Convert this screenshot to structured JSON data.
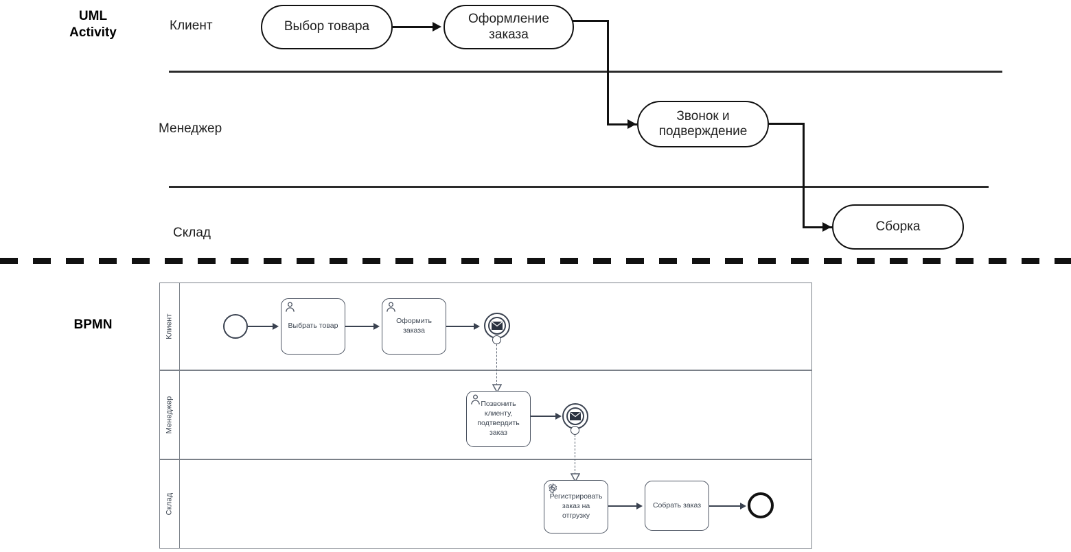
{
  "sections": {
    "uml": {
      "caption": "UML\nActivity"
    },
    "bpmn": {
      "caption": "BPMN"
    }
  },
  "uml_diagram": {
    "type": "activity-swimlane",
    "lanes": [
      {
        "label": "Клиент"
      },
      {
        "label": "Менеджер"
      },
      {
        "label": "Склад"
      }
    ],
    "nodes": [
      {
        "id": "u1",
        "label": "Выбор товара",
        "lane": "Клиент"
      },
      {
        "id": "u2",
        "label": "Оформление заказа",
        "lane": "Клиент"
      },
      {
        "id": "u3",
        "label": "Звонок и подверждение",
        "lane": "Менеджер"
      },
      {
        "id": "u4",
        "label": "Сборка",
        "lane": "Склад"
      }
    ],
    "edges": [
      {
        "from": "u1",
        "to": "u2"
      },
      {
        "from": "u2",
        "to": "u3"
      },
      {
        "from": "u3",
        "to": "u4"
      }
    ]
  },
  "bpmn_diagram": {
    "type": "bpmn-pool",
    "lanes": [
      {
        "label": "Клиент"
      },
      {
        "label": "Менеджер"
      },
      {
        "label": "Склад"
      }
    ],
    "elements": [
      {
        "id": "b-start",
        "kind": "start-event",
        "label": "",
        "lane": "Клиент"
      },
      {
        "id": "b1",
        "kind": "user-task",
        "label": "Выбрать товар",
        "lane": "Клиент",
        "icon": "user-icon"
      },
      {
        "id": "b2",
        "kind": "user-task",
        "label": "Оформить заказа",
        "lane": "Клиент",
        "icon": "user-icon"
      },
      {
        "id": "b-msg1",
        "kind": "intermediate-message-throw-event",
        "label": "",
        "lane": "Клиент",
        "icon": "envelope-icon"
      },
      {
        "id": "b3",
        "kind": "user-task",
        "label": "Позвонить клиенту, подтвердить заказ",
        "lane": "Менеджер",
        "icon": "user-icon"
      },
      {
        "id": "b-msg2",
        "kind": "intermediate-message-throw-event",
        "label": "",
        "lane": "Менеджер",
        "icon": "envelope-icon"
      },
      {
        "id": "b4",
        "kind": "service-task",
        "label": "Регистрировать заказ на отгрузку",
        "lane": "Склад",
        "icon": "gear-icon"
      },
      {
        "id": "b5",
        "kind": "task",
        "label": "Собрать заказ",
        "lane": "Склад"
      },
      {
        "id": "b-end",
        "kind": "end-event",
        "label": "",
        "lane": "Склад"
      }
    ],
    "sequence_flows": [
      {
        "from": "b-start",
        "to": "b1"
      },
      {
        "from": "b1",
        "to": "b2"
      },
      {
        "from": "b2",
        "to": "b-msg1"
      },
      {
        "from": "b3",
        "to": "b-msg2"
      },
      {
        "from": "b4",
        "to": "b5"
      },
      {
        "from": "b5",
        "to": "b-end"
      }
    ],
    "message_flows": [
      {
        "from": "b-msg1",
        "to": "b3"
      },
      {
        "from": "b-msg2",
        "to": "b4"
      }
    ]
  },
  "colors": {
    "uml_stroke": "#111111",
    "bpmn_stroke": "#4a5260",
    "pool_stroke": "#7a8088",
    "background": "#ffffff"
  }
}
